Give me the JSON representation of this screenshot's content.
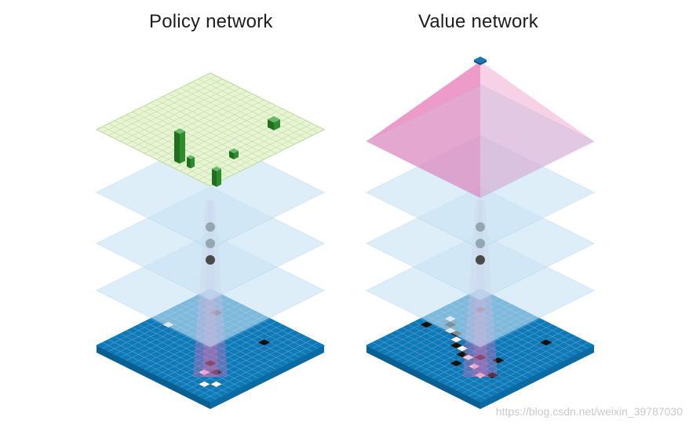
{
  "policy": {
    "title": "Policy network"
  },
  "value": {
    "title": "Value network"
  },
  "watermark": "https://blog.csdn.net/weixin_39787030",
  "colors": {
    "board_top": "#0f79b8",
    "board_side_left": "#0a5f92",
    "board_side_right": "#0c6aa3",
    "board_grid": "#5aa7d6",
    "hidden_layer": "#c9e4f4",
    "hidden_edge": "#b4d6ec",
    "policy_output": "#e8f5d5",
    "policy_grid": "#bcd89a",
    "value_pyramid": "#e56aae",
    "value_apex": "#1a78b8",
    "receptive_field": "#e070b8",
    "dots": "#4a4a4a",
    "stone_black": "#111111",
    "stone_white": "#f4f4f4",
    "bar_green": "#2e8b2e"
  }
}
